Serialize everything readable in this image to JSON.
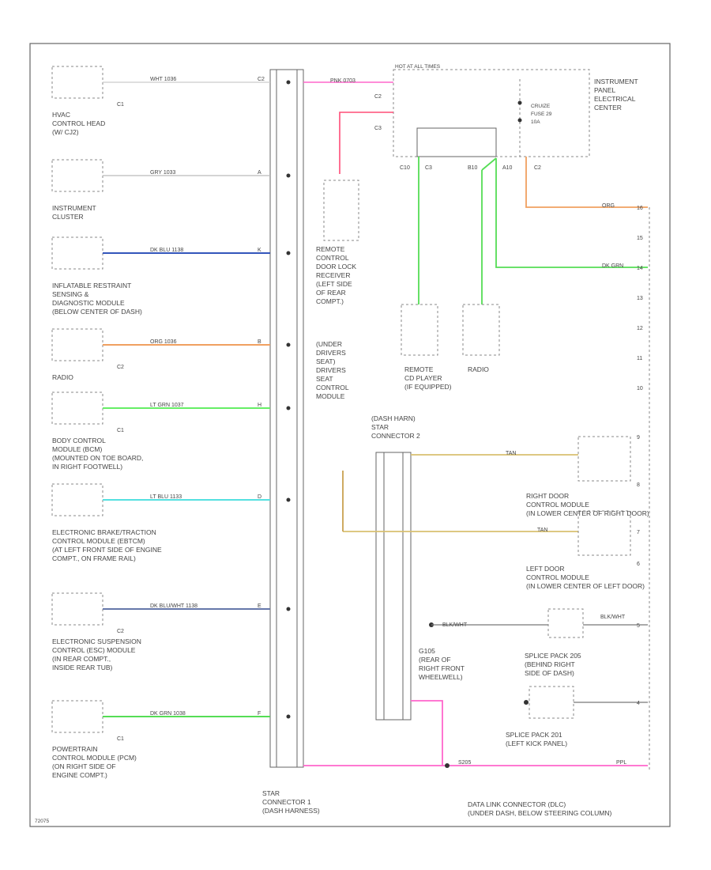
{
  "diagram": {
    "code": "72075",
    "wire_colors": {
      "wht": "#cccccc",
      "gry": "#bbbbbb",
      "dk_blu": "#3355bb",
      "org": "#f0a060",
      "lt_grn": "#66ee66",
      "lt_blu": "#55e0e0",
      "dk_blu_wht": "#6677aa",
      "dk_grn": "#55dd55",
      "pnk": "#ff66cc",
      "tan": "#d8c070",
      "red": "#ff6677"
    },
    "left_modules": [
      {
        "label": [
          "HVAC",
          "CONTROL HEAD",
          "(W/ CJ2)"
        ],
        "pin": "C1",
        "wire": "WHT 1036",
        "conn": "C2"
      },
      {
        "label": [
          "INSTRUMENT",
          "CLUSTER"
        ],
        "pin": "",
        "wire": "GRY 1033",
        "conn": "A"
      },
      {
        "label": [
          "INFLATABLE RESTRAINT",
          "SENSING &",
          "DIAGNOSTIC MODULE",
          "(BELOW CENTER OF DASH)"
        ],
        "pin": "",
        "wire": "DK BLU 1138",
        "conn": "K"
      },
      {
        "label": [
          "RADIO"
        ],
        "pin": "C2",
        "wire": "ORG 1036",
        "conn": "B"
      },
      {
        "label": [
          "BODY CONTROL",
          "MODULE (BCM)",
          "(MOUNTED ON TOE BOARD,",
          "IN RIGHT FOOTWELL)"
        ],
        "pin": "C1",
        "wire": "LT GRN 1037",
        "conn": "H"
      },
      {
        "label": [
          "ELECTRONIC BRAKE/TRACTION",
          "CONTROL MODULE (EBTCM)",
          "(AT LEFT FRONT SIDE OF ENGINE",
          "COMPT., ON FRAME RAIL)"
        ],
        "pin": "",
        "wire": "LT BLU 1133",
        "conn": "D"
      },
      {
        "label": [
          "ELECTRONIC SUSPENSION",
          "CONTROL (ESC) MODULE",
          "(IN REAR COMPT.,",
          "INSIDE REAR TUB)"
        ],
        "pin": "C2",
        "wire": "DK BLU/WHT 1138",
        "conn": "E"
      },
      {
        "label": [
          "POWERTRAIN",
          "CONTROL MODULE (PCM)",
          "(ON RIGHT SIDE OF",
          "ENGINE COMPT.)"
        ],
        "pin": "C1",
        "wire": "DK GRN 1038",
        "conn": "F"
      }
    ],
    "star_connector_1": [
      "STAR",
      "CONNECTOR 1",
      "(DASH HARNESS)"
    ],
    "star_connector_2": [
      "(DASH HARN)",
      "STAR",
      "CONNECTOR 2"
    ],
    "fuse_panel": {
      "title": "HOT AT ALL TIMES",
      "fuse": [
        "CRUIZE",
        "FUSE 29",
        "10A"
      ],
      "panel": [
        "INSTRUMENT",
        "PANEL",
        "ELECTRICAL",
        "CENTER"
      ]
    },
    "top_wire": "PNK 0703",
    "top_conn": [
      "C2",
      "C3"
    ],
    "remote_receiver": [
      "REMOTE",
      "CONTROL",
      "DOOR LOCK",
      "RECEIVER",
      "(LEFT SIDE",
      "OF REAR",
      "COMPT.)"
    ],
    "under_seat": [
      "(UNDER",
      "DRIVERS",
      "SEAT)",
      "DRIVERS",
      "SEAT",
      "CONTROL",
      "MODULE"
    ],
    "remote_cd": [
      "REMOTE",
      "CD PLAYER",
      "(IF EQUIPPED)"
    ],
    "radio_box": "RADIO",
    "mid_pins": [
      "C10",
      "C3",
      "B10",
      "A10",
      "C2"
    ],
    "right_door": [
      "RIGHT DOOR",
      "CONTROL MODULE",
      "(IN LOWER CENTER OF RIGHT DOOR)"
    ],
    "left_door": [
      "LEFT DOOR",
      "CONTROL MODULE",
      "(IN LOWER CENTER OF LEFT DOOR)"
    ],
    "splice_205": [
      "SPLICE PACK 205",
      "(BEHIND RIGHT",
      "SIDE OF DASH)"
    ],
    "splice_201": [
      "SPLICE PACK 201",
      "(LEFT KICK PANEL)"
    ],
    "ground": [
      "G105",
      "(REAR OF",
      "RIGHT FRONT",
      "WHEELWELL)"
    ],
    "dlc": [
      "DATA LINK CONNECTOR (DLC)",
      "(UNDER DASH, BELOW STEERING COLUMN)"
    ],
    "dlc_pins": [
      "16",
      "15",
      "14",
      "13",
      "12",
      "11",
      "10",
      "9",
      "8",
      "7",
      "6",
      "5",
      "4"
    ],
    "wire_labels": {
      "org_top": "ORG",
      "dk_grn_right": "DK GRN",
      "tan_right": "TAN",
      "tan_left": "TAN",
      "blk_wht": "BLK/WHT",
      "blk_wht_right": "BLK/WHT",
      "pnk_bottom": "PPL",
      "pnk_s": "S205"
    }
  }
}
